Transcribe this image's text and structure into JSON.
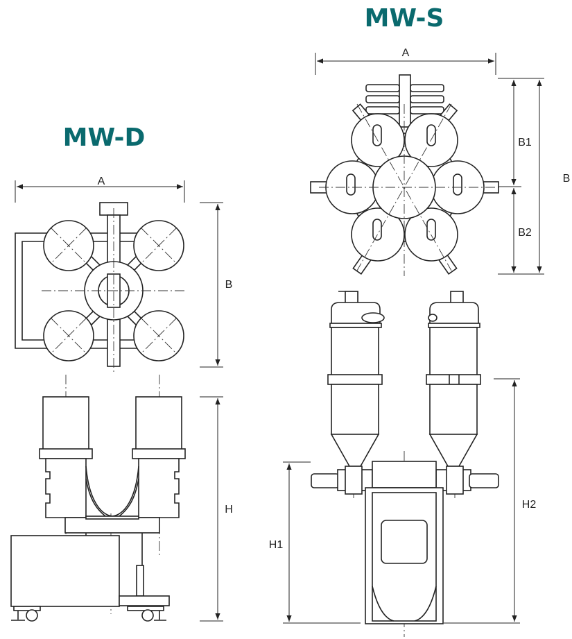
{
  "titles": {
    "left": "MW-D",
    "right": "MW-S"
  },
  "dimensions": {
    "left_top_width": "A",
    "left_top_depth": "B",
    "left_side_height": "H",
    "right_top_width": "A",
    "right_top_b1": "B1",
    "right_top_b2": "B2",
    "right_top_total": "B",
    "right_side_h1": "H1",
    "right_side_h2": "H2"
  },
  "colors": {
    "title": "#0a6a6e",
    "line": "#222222",
    "background": "#ffffff"
  }
}
